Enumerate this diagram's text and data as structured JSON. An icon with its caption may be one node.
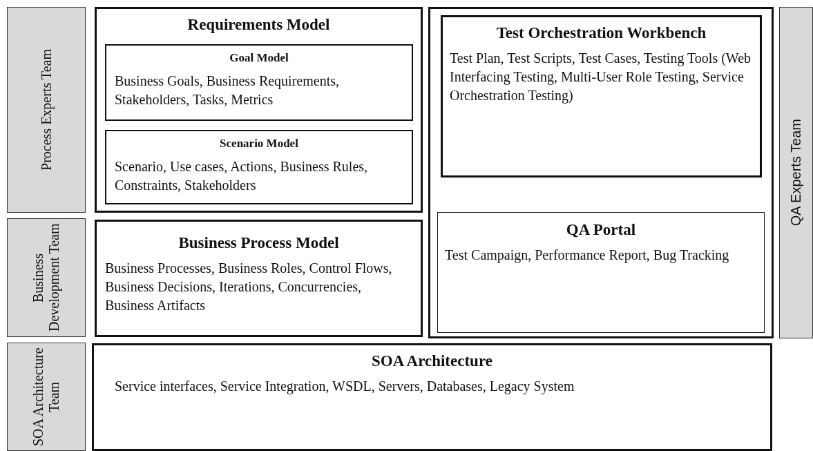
{
  "diagram": {
    "nodes": [
      {
        "text": [
          "Process Experts Team"
        ]
      },
      {
        "text": [
          "Requirements Model"
        ]
      },
      {
        "text": [
          "Goal Model",
          "Business Goals, Business Requirements, Stakeholders, Tasks, Metrics"
        ],
        "in": 1
      },
      {
        "text": [
          "Scenario Model",
          "Scenario, Use cases, Actions, Business Rules, Constraints,  Stakeholders"
        ],
        "in": 1
      },
      {
        "text": [],
        "shape": "box"
      },
      {
        "text": [
          "Test Orchestration Workbench",
          "Test Plan, Test Scripts, Test Cases, Testing Tools (Web Interfacing Testing, Multi-User Role Testing, Service Orchestration Testing)"
        ],
        "in": 4
      },
      {
        "text": [
          "QA Portal",
          "Test Campaign, Performance Report, Bug Tracking"
        ],
        "in": 4
      },
      {
        "text": [
          "QA Experts Team"
        ]
      },
      {
        "text": [
          "Business Development Team"
        ]
      },
      {
        "text": [
          "Business Process Model",
          "Business Processes, Business Roles, Control Flows, Business Decisions, Iterations, Concurrencies, Business Artifacts"
        ]
      },
      {
        "text": [
          "SOA Architecture Team"
        ]
      },
      {
        "text": [
          "SOA Architecture",
          "Service interfaces, Service Integration, WSDL, Servers, Databases, Legacy System"
        ]
      }
    ]
  }
}
